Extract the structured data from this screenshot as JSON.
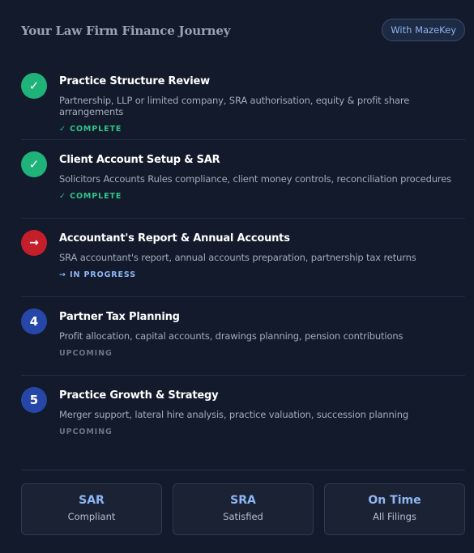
{
  "header": {
    "title": "Your Law Firm Finance Journey",
    "badge": "With MazeKey"
  },
  "steps": [
    {
      "marker": "✓",
      "state": "complete",
      "title": "Practice Structure Review",
      "description": "Partnership, LLP or limited company, SRA authorisation, equity & profit share arrangements",
      "status": "✓ COMPLETE"
    },
    {
      "marker": "✓",
      "state": "complete",
      "title": "Client Account Setup & SAR",
      "description": "Solicitors Accounts Rules compliance, client money controls, reconciliation procedures",
      "status": "✓ COMPLETE"
    },
    {
      "marker": "→",
      "state": "progress",
      "title": "Accountant's Report & Annual Accounts",
      "description": "SRA accountant's report, annual accounts preparation, partnership tax returns",
      "status": "→ IN PROGRESS"
    },
    {
      "marker": "4",
      "state": "upcoming",
      "title": "Partner Tax Planning",
      "description": "Profit allocation, capital accounts, drawings planning, pension contributions",
      "status": "UPCOMING"
    },
    {
      "marker": "5",
      "state": "upcoming",
      "title": "Practice Growth & Strategy",
      "description": "Merger support, lateral hire analysis, practice valuation, succession planning",
      "status": "UPCOMING"
    }
  ],
  "cards": [
    {
      "value": "SAR",
      "label": "Compliant"
    },
    {
      "value": "SRA",
      "label": "Satisfied"
    },
    {
      "value": "On Time",
      "label": "All Filings"
    }
  ],
  "colors": {
    "complete": "#1fb37a",
    "in_progress": "#c41e2a",
    "upcoming": "#2747a8",
    "accent": "#8fb7f5"
  }
}
